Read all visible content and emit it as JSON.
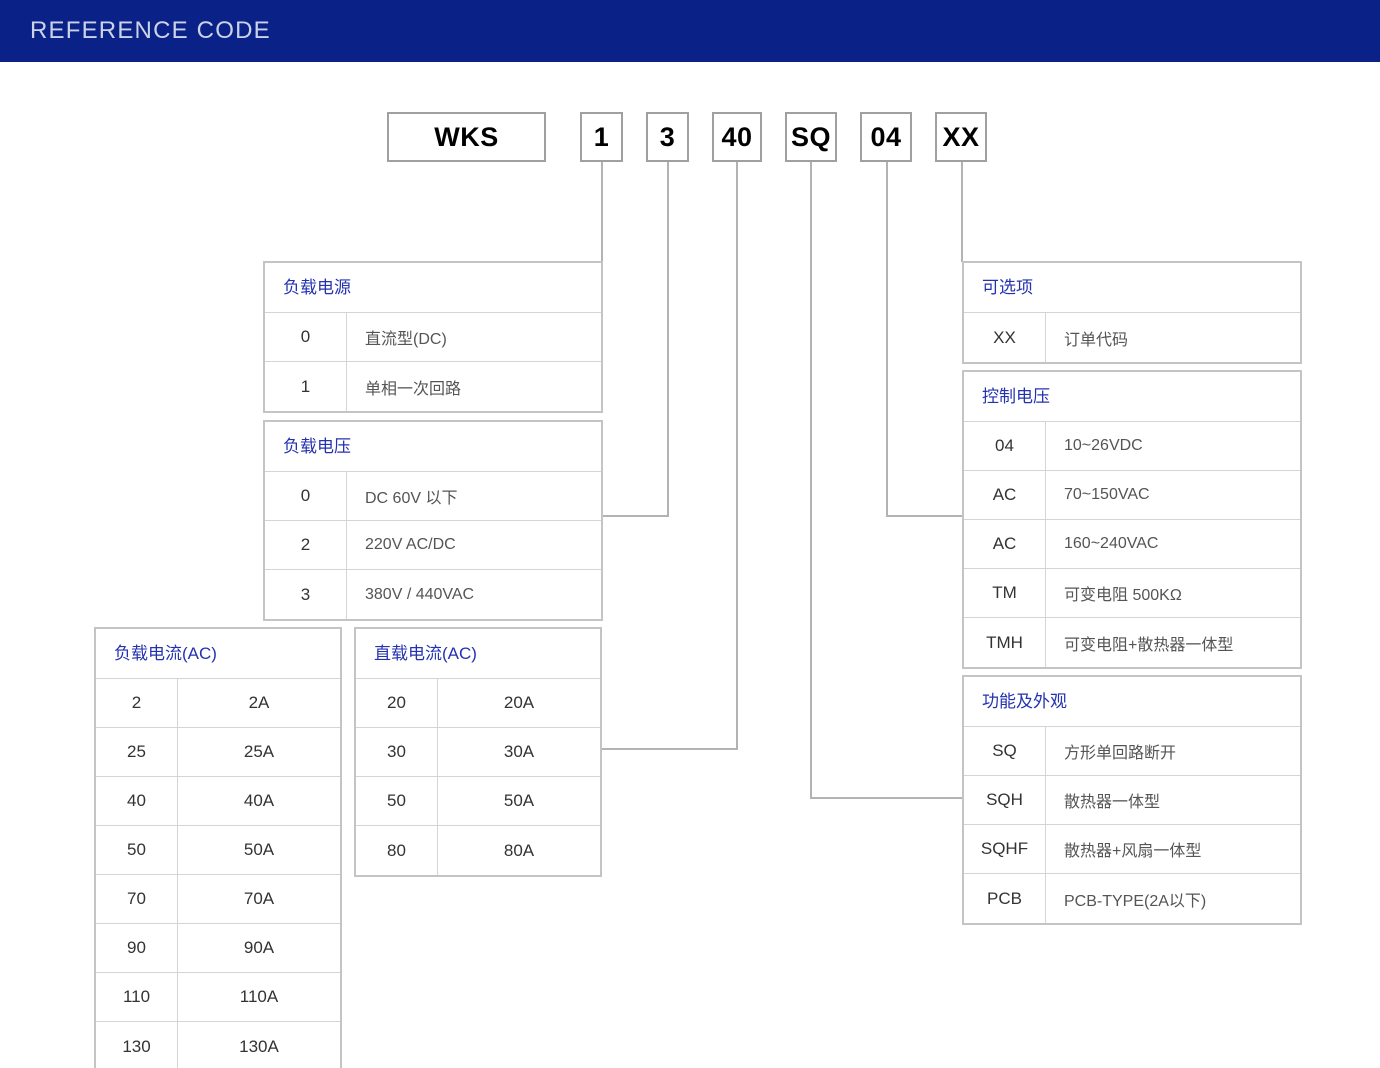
{
  "header": {
    "title": "REFERENCE CODE",
    "bg_color": "#0A2288",
    "text_color": "#ccd2e8"
  },
  "accent": {
    "header_blue": "#2432b0",
    "border_gray": "#c4c4c4",
    "line_gray": "#b3b3b3"
  },
  "code_boxes": [
    {
      "name": "series",
      "value": "WKS"
    },
    {
      "name": "load-power",
      "value": "1"
    },
    {
      "name": "load-voltage",
      "value": "3"
    },
    {
      "name": "load-current",
      "value": "40"
    },
    {
      "name": "function-appearance",
      "value": "SQ"
    },
    {
      "name": "control-voltage",
      "value": "04"
    },
    {
      "name": "option",
      "value": "XX"
    }
  ],
  "tables": {
    "load_power": {
      "title": "负载电源",
      "rows": [
        {
          "code": "0",
          "desc": "直流型(DC)"
        },
        {
          "code": "1",
          "desc": "单相一次回路"
        }
      ]
    },
    "load_voltage": {
      "title": "负载电压",
      "rows": [
        {
          "code": "0",
          "desc": "DC 60V 以下"
        },
        {
          "code": "2",
          "desc": "220V AC/DC"
        },
        {
          "code": "3",
          "desc": "380V / 440VAC"
        }
      ]
    },
    "load_current_ac": {
      "title": "负载电流(AC)",
      "rows": [
        {
          "code": "2",
          "desc": "2A"
        },
        {
          "code": "25",
          "desc": "25A"
        },
        {
          "code": "40",
          "desc": "40A"
        },
        {
          "code": "50",
          "desc": "50A"
        },
        {
          "code": "70",
          "desc": "70A"
        },
        {
          "code": "90",
          "desc": "90A"
        },
        {
          "code": "110",
          "desc": "110A"
        },
        {
          "code": "130",
          "desc": "130A"
        }
      ]
    },
    "direct_current_ac": {
      "title": "直载电流(AC)",
      "rows": [
        {
          "code": "20",
          "desc": "20A"
        },
        {
          "code": "30",
          "desc": "30A"
        },
        {
          "code": "50",
          "desc": "50A"
        },
        {
          "code": "80",
          "desc": "80A"
        }
      ]
    },
    "option": {
      "title": "可选项",
      "rows": [
        {
          "code": "XX",
          "desc": "订单代码"
        }
      ]
    },
    "control_voltage": {
      "title": "控制电压",
      "rows": [
        {
          "code": "04",
          "desc": "10~26VDC"
        },
        {
          "code": "AC",
          "desc": "70~150VAC"
        },
        {
          "code": "AC",
          "desc": "160~240VAC"
        },
        {
          "code": "TM",
          "desc": "可变电阻 500KΩ"
        },
        {
          "code": "TMH",
          "desc": "可变电阻+散热器一体型"
        }
      ]
    },
    "function_appearance": {
      "title": "功能及外观",
      "rows": [
        {
          "code": "SQ",
          "desc": "方形单回路断开"
        },
        {
          "code": "SQH",
          "desc": "散热器一体型"
        },
        {
          "code": "SQHF",
          "desc": "散热器+风扇一体型"
        },
        {
          "code": "PCB",
          "desc": "PCB-TYPE(2A以下)"
        }
      ]
    }
  }
}
